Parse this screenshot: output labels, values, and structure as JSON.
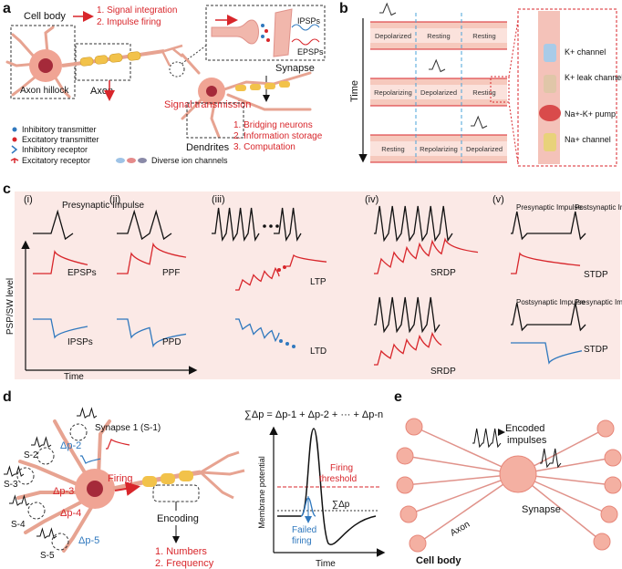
{
  "colors": {
    "red": "#d8262b",
    "blue": "#2f78be",
    "pink_bg": "#fbe9e6",
    "membrane": "#f1b7ac"
  },
  "panel_a": {
    "letter": "a",
    "cell_body": "Cell body",
    "functions": [
      "1. Signal integration",
      "2. Impulse firing"
    ],
    "axon_hillock": "Axon hillock",
    "axon": "Axon",
    "signal_transmission": "Signal transmission",
    "synapse": "Synapse",
    "ipsps": "IPSPs",
    "epsps": "EPSPs",
    "dendrites": "Dendrites",
    "dendrite_functions": [
      "1. Bridging neurons",
      "2. Information storage",
      "3. Computation"
    ],
    "legend": [
      {
        "icon": "inhibitory-transmitter-icon",
        "label": "Inhibitory transmitter"
      },
      {
        "icon": "excitatory-transmitter-icon",
        "label": "Excitatory transmitter"
      },
      {
        "icon": "inhibitory-receptor-icon",
        "label": "Inhibitory receptor"
      },
      {
        "icon": "excitatory-receptor-icon",
        "label": "Excitatory receptor"
      }
    ],
    "ion_channels": "Diverse ion channels"
  },
  "panel_b": {
    "letter": "b",
    "time": "Time",
    "rows": [
      [
        "Depolarized",
        "Resting",
        "Resting"
      ],
      [
        "Repolarizing",
        "Depolarized",
        "Resting"
      ],
      [
        "Resting",
        "Repolarizing",
        "Depolarized"
      ]
    ],
    "channels": [
      "K+ channel",
      "K+ leak channel",
      "Na+-K+ pump",
      "Na+ channel"
    ]
  },
  "panel_c": {
    "letter": "c",
    "ylabel": "PSP/SW level",
    "xlabel": "Time",
    "col_numbers": [
      "(i)",
      "(ii)",
      "(iii)",
      "(iv)",
      "(v)"
    ],
    "presyn_impulse": "Presynaptic Impulse",
    "labels": {
      "epsps": "EPSPs",
      "ipsps": "IPSPs",
      "ppf": "PPF",
      "ppd": "PPD",
      "ltp": "LTP",
      "ltd": "LTD",
      "srdp": "SRDP",
      "stdp": "STDP"
    },
    "v_top": {
      "left": "Presynaptic Impulse",
      "right": "Postsynaptic Impulse"
    },
    "v_bottom": {
      "left": "Postsynaptic Impulse",
      "right": "Presynaptic Impulse"
    }
  },
  "panel_d": {
    "letter": "d",
    "synapse1": "Synapse 1 (S-1)",
    "synapses": [
      "S-2",
      "S-3",
      "S-4",
      "S-5"
    ],
    "deltas": [
      "Δp-2",
      "Δp-3",
      "Δp-4",
      "Δp-5"
    ],
    "firing": "Firing",
    "encoding": "Encoding",
    "outputs": [
      "1. Numbers",
      "2. Frequency"
    ],
    "equation": "∑Δp = Δp-1 + Δp-2 + ··· + Δp-n",
    "ylabel": "Membrane potential",
    "xlabel": "Time",
    "firing_threshold": [
      "Firing",
      "threshold"
    ],
    "sum_label": "∑Δp",
    "failed_firing": [
      "Failed",
      "firing"
    ]
  },
  "panel_e": {
    "letter": "e",
    "encoded": [
      "Encoded",
      "impulses"
    ],
    "synapse": "Synapse",
    "axon": "Axon",
    "cell_body": "Cell body"
  }
}
